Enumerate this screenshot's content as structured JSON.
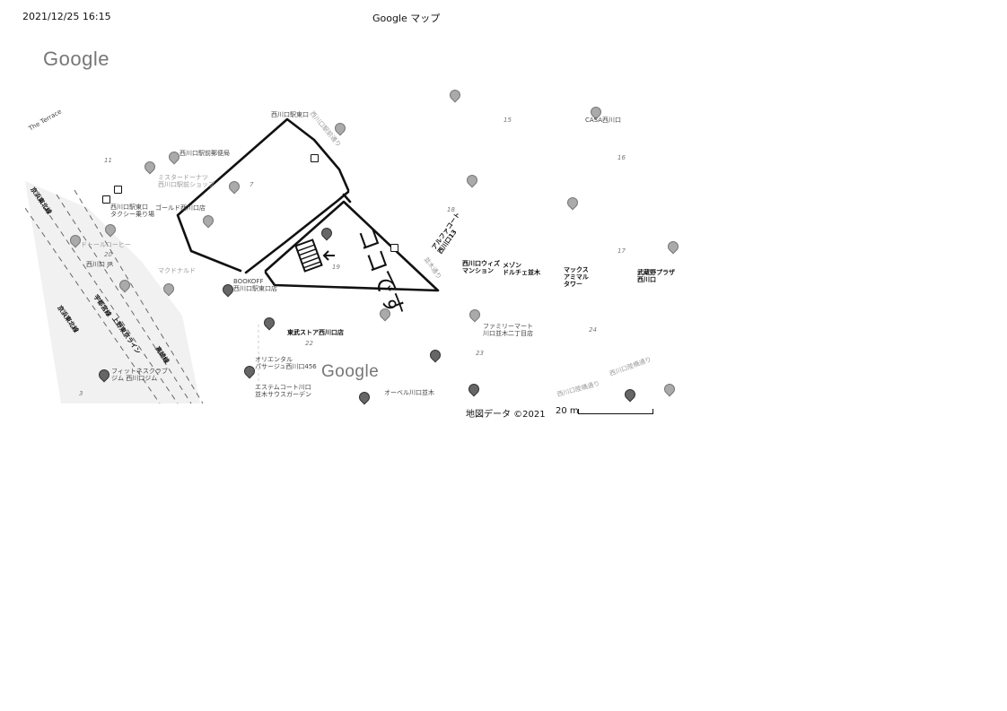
{
  "header": {
    "datetime": "2021/12/25 16:15",
    "title": "Google マップ"
  },
  "logo": "Google",
  "map": {
    "logo_inner": "Google",
    "annotation": "ココです",
    "labels": [
      "The Terrace",
      "西川口駅前郵便局",
      "ミスタードーナツ\n西川口駅前ショップ",
      "ゴールド西川口店",
      "西川口駅東口\nタクシー乗り場",
      "ドトールコーヒー",
      "西川口 JR",
      "マクドナルド",
      "BOOKOFF\n西川口駅東口店",
      "東武ストア西川口店",
      "オリエンタル\nパサージュ西川口456",
      "エステムコート川口\n並木サウスガーデン",
      "オーベル川口並木",
      "ファミリーマート\n川口並木二丁目店",
      "CASA西川口",
      "西川口ウィズ\nマンション",
      "メゾン\nドルチェ並木",
      "マックス\nアミマル\nタワー",
      "武蔵野プラザ\n西川口",
      "アルファコート\n西川口13",
      "並木通り",
      "西川口駅東口",
      "西川口駅前通り",
      "京浜東北線",
      "宇都宮線",
      "上野東京ライン",
      "高崎線",
      "京浜東北線",
      "フィットネスクラブ\nジム 西川口ジム",
      "西川口陸橋通り",
      "西川口陸橋通り"
    ],
    "numbers": [
      "11",
      "7",
      "20",
      "19",
      "22",
      "23",
      "18",
      "15",
      "16",
      "17",
      "24",
      "3"
    ]
  },
  "footer": {
    "attribution": "地図データ ©2021",
    "scale": "20 m"
  }
}
